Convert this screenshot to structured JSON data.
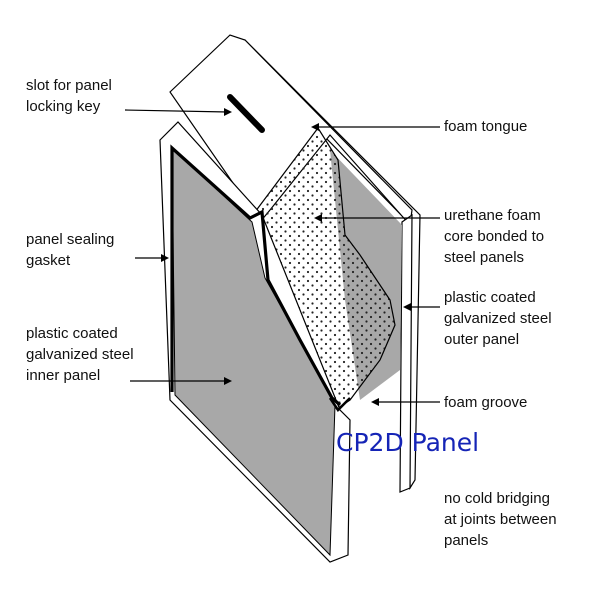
{
  "diagram": {
    "title": "CP2D Panel",
    "colors": {
      "title": "#1524b6",
      "panel_fill": "#a8a8a8",
      "outline": "#000000",
      "foam_dots": "#222222"
    },
    "labels": {
      "slot": "slot for panel\nlocking key",
      "foam_tongue": "foam tongue",
      "sealing_gasket": "panel sealing\ngasket",
      "urethane_core": "urethane foam\ncore bonded to\nsteel panels",
      "outer_panel": "plastic coated\ngalvanized steel\nouter panel",
      "inner_panel": "plastic coated\ngalvanized steel\ninner panel",
      "foam_groove": "foam groove",
      "cold_bridging": "no cold bridging\nat joints between\npanels"
    }
  }
}
